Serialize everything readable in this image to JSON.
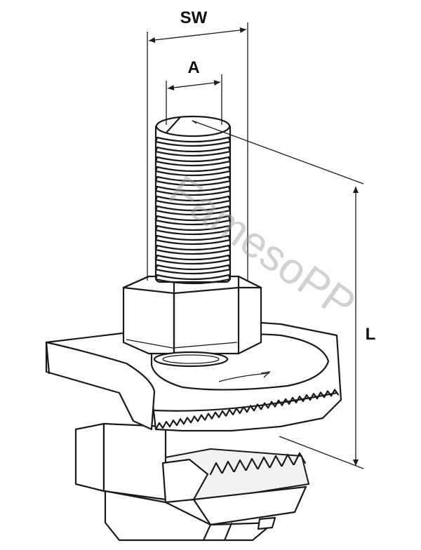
{
  "labels": {
    "sw": "SW",
    "a": "A",
    "l": "L"
  },
  "watermark": "FamesoPP"
}
